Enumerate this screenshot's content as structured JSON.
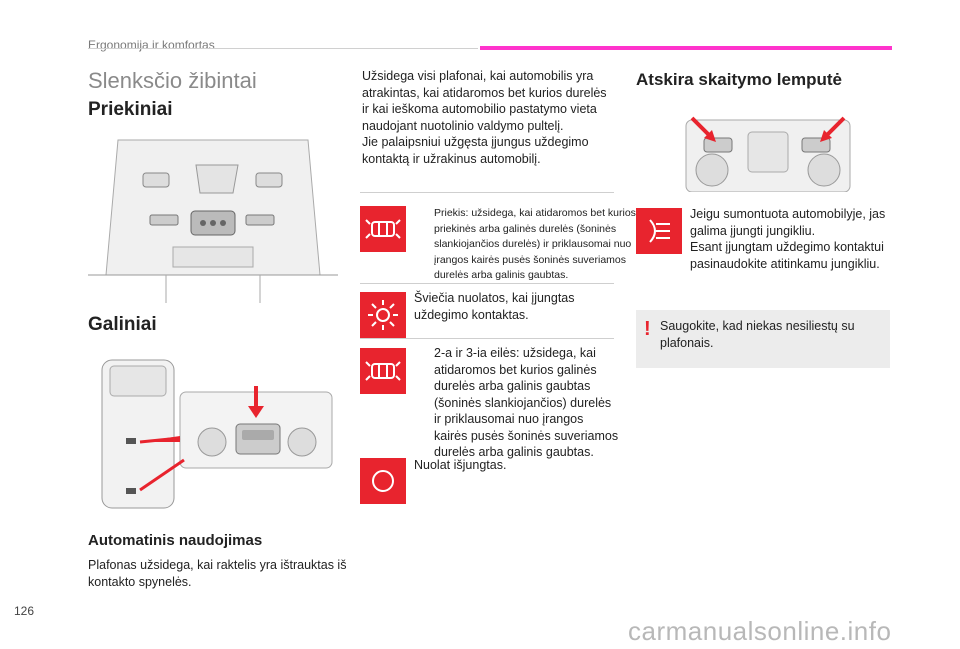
{
  "header": {
    "section": "Ergonomija ir komfortas",
    "accent_color": "#ff33cc"
  },
  "page_number": "126",
  "watermark": "carmanualsonline.info",
  "left": {
    "title": "Slenksčio žibintai",
    "front_heading": "Priekiniai",
    "rear_heading": "Galiniai",
    "auto_heading": "Automatinis naudojimas",
    "auto_text_1": "Plafonas užsidega, kai raktelis yra ištrauktas iš",
    "auto_text_2": "kontakto spynelės."
  },
  "middle": {
    "intro": [
      "Užsidega visi plafonai, kai automobilis yra",
      "atrakintas, kai atidaromos bet kurios durelės",
      "ir kai ieškoma automobilio pastatymo vieta",
      "naudojant nuotolinio valdymo pultelį.",
      "Jie palaipsniui užgęsta įjungus uždegimo",
      "kontaktą ir užrakinus automobilį."
    ],
    "item1": [
      "Priekis: užsidega, kai atidaromos bet kurios",
      "priekinės arba galinės durelės (šoninės",
      "slankiojančios durelės) ir priklausomai nuo",
      "įrangos kairės pusės šoninės suveriamos",
      "durelės arba galinis gaubtas."
    ],
    "item2": [
      "Šviečia nuolatos, kai įjungtas",
      "uždegimo kontaktas."
    ],
    "item3": [
      "2-a ir 3-ia eilės: užsidega, kai",
      "atidaromos bet kurios galinės",
      "durelės arba galinis gaubtas",
      "(šoninės slankiojančios) durelės",
      "ir priklausomai nuo įrangos",
      "kairės pusės šoninės suveriamos",
      "durelės arba galinis gaubtas."
    ],
    "item4": "Nuolat išjungtas.",
    "icon_color": "#e8242e"
  },
  "right": {
    "heading": "Atskira skaitymo lemputė",
    "text": [
      "Jeigu sumontuota automobilyje, jas",
      "galima įjungti jungikliu.",
      "Esant įjungtam uždegimo kontaktui",
      "pasinaudokite atitinkamu jungikliu."
    ],
    "warning_mark": "!",
    "warning": [
      "Saugokite, kad niekas nesiliestų su",
      "plafonais."
    ]
  }
}
